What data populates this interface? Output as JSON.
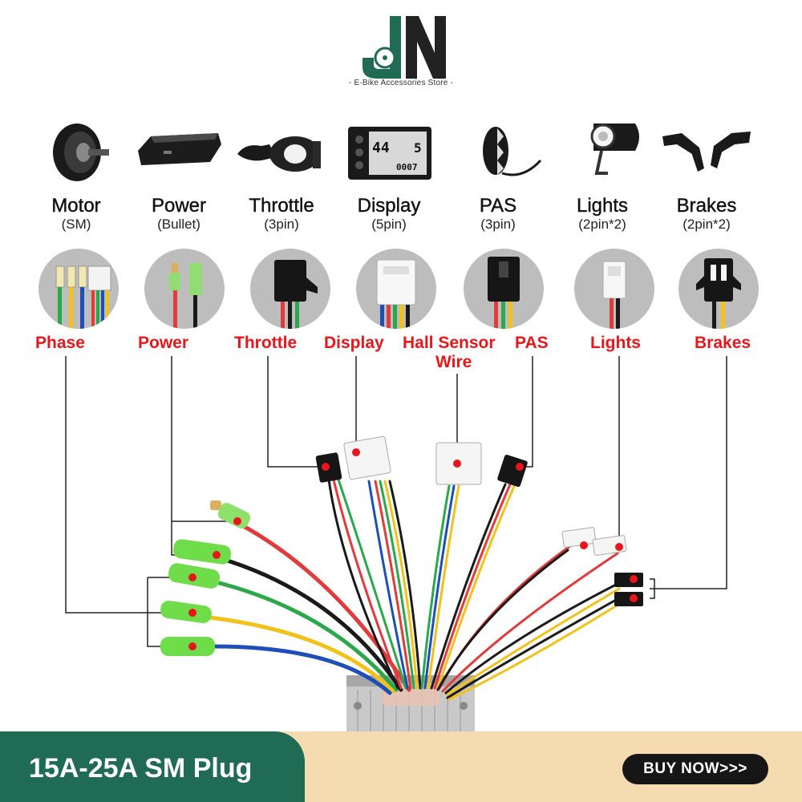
{
  "brand": {
    "logo_text": "JN",
    "tagline": "- E-Bike Accessories Store -"
  },
  "components": [
    {
      "name": "Motor",
      "sub": "(SM)",
      "icon": "hub-motor-icon"
    },
    {
      "name": "Power",
      "sub": "(Bullet)",
      "icon": "battery-icon"
    },
    {
      "name": "Throttle",
      "sub": "(3pin)",
      "icon": "thumb-throttle-icon"
    },
    {
      "name": "Display",
      "sub": "(5pin)",
      "icon": "lcd-display-icon"
    },
    {
      "name": "PAS",
      "sub": "(3pin)",
      "icon": "pas-sensor-icon"
    },
    {
      "name": "Lights",
      "sub": "(2pin*2)",
      "icon": "headlight-icon"
    },
    {
      "name": "Brakes",
      "sub": "(2pin*2)",
      "icon": "brake-lever-icon"
    }
  ],
  "display_readout": {
    "speed": "44",
    "gear": "5",
    "odo": "0007"
  },
  "wire_labels": {
    "phase": "Phase",
    "power": "Power",
    "throttle": "Throttle",
    "display": "Display",
    "hall_line1": "Hall Sensor",
    "hall_line2": "Wire",
    "pas": "PAS",
    "lights": "Lights",
    "brakes": "Brakes"
  },
  "colors": {
    "label_red": "#e8161b",
    "brand_green": "#1f6b54",
    "banner_bg": "#f5dcb0"
  },
  "footer": {
    "title": "15A-25A SM Plug",
    "buy_button": "BUY NOW>>>"
  }
}
